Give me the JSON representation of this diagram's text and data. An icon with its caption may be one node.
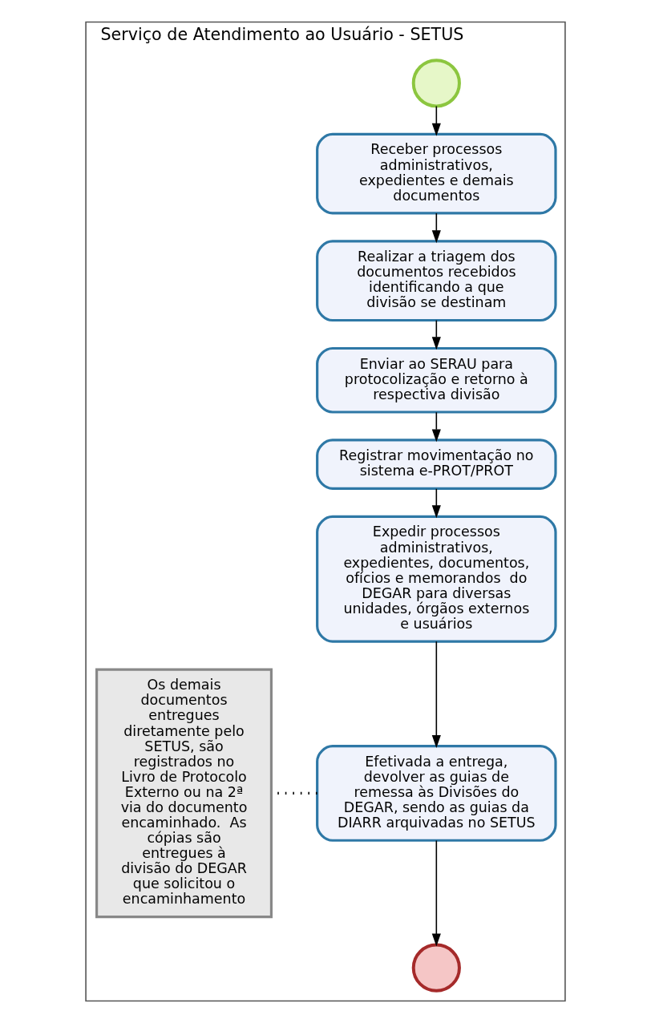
{
  "diagram": {
    "nodes": [
      {
        "text": [
          "Serviço de Atendimento ao Usuário - SETUS"
        ]
      },
      {
        "text": [],
        "shape": "circle",
        "in": 0
      },
      {
        "text": [
          "Receber processos administrativos, expedientes e demais documentos"
        ],
        "in": 0
      },
      {
        "text": [
          "Realizar a triagem dos documentos recebidos identificando a que divisão se destinam"
        ],
        "in": 0
      },
      {
        "text": [
          "Enviar ao SERAU para protocolização e retorno à respectiva divisão"
        ],
        "in": 0
      },
      {
        "text": [
          "Registrar movimentação no sistema e-PROT/PROT"
        ],
        "in": 0
      },
      {
        "text": [
          "Expedir processos administrativos, expedientes, documentos, ofícios e memorandos  do DEGAR para diversas unidades, órgãos externos e usuários"
        ],
        "in": 0
      },
      {
        "text": [
          "Efetivada a entrega, devolver as guias de remessa às Divisões do DEGAR, sendo as guias da DIARR arquivadas no SETUS"
        ],
        "in": 0
      },
      {
        "text": [],
        "shape": "circle",
        "in": 0
      },
      {
        "text": [
          "Os demais documentos entregues diretamente pelo SETUS, são registrados no Livro de Protocolo Externo ou na 2ª via do documento encaminhado.  As cópias são entregues à divisão do DEGAR que solicitou o encaminhamento"
        ],
        "in": 0
      }
    ],
    "edges": [
      {
        "from": 1,
        "to": 2,
        "arrow": "to"
      },
      {
        "from": 2,
        "to": 3,
        "arrow": "to"
      },
      {
        "from": 3,
        "to": 4,
        "arrow": "to"
      },
      {
        "from": 4,
        "to": 5,
        "arrow": "to"
      },
      {
        "from": 5,
        "to": 6,
        "arrow": "to"
      },
      {
        "from": 6,
        "to": 7,
        "arrow": "to"
      },
      {
        "from": 7,
        "to": 8,
        "arrow": "to"
      },
      {
        "from": 7,
        "to": 9,
        "arrow": "none",
        "style": "dashed"
      }
    ]
  }
}
